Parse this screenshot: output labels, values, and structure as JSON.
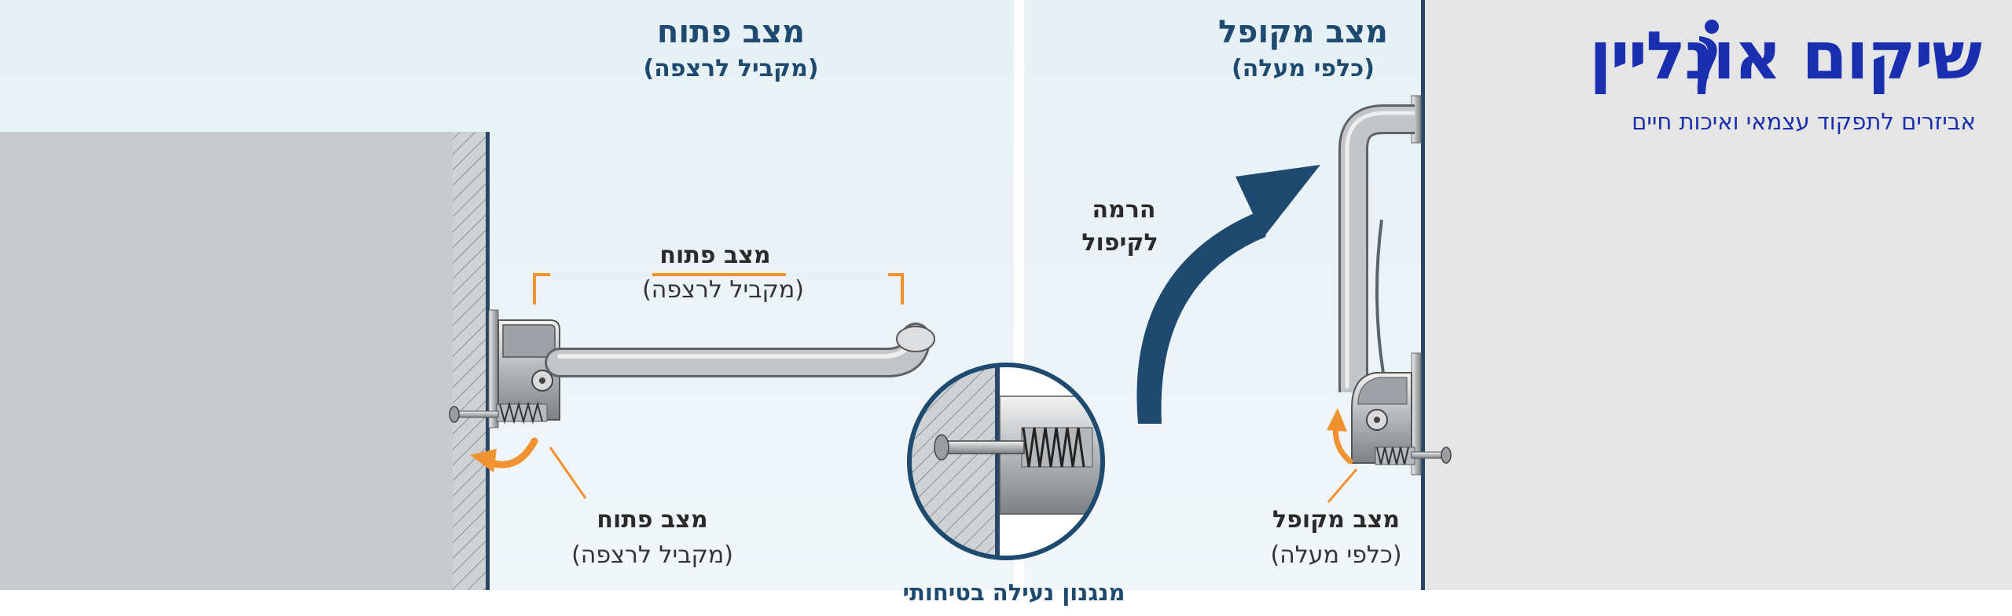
{
  "open_panel": {
    "title": "מצב פתוח",
    "subtitle": "(מקביל לרצפה)",
    "bracket_label": "מצב פתוח",
    "bracket_sub": "(מקביל לרצפה)",
    "pivot_label": "מצב פתוח",
    "pivot_sub": "(מקביל לרצפה)"
  },
  "mechanism": {
    "label": "מנגנון נעילה בטיחותי"
  },
  "folded_panel": {
    "title": "מצב מקופל",
    "subtitle": "(כלפי מעלה)",
    "lift_label_1": "הרמה",
    "lift_label_2": "לקיפול",
    "pivot_label": "מצב מקופל",
    "pivot_sub": "(כלפי מעלה)"
  },
  "brand": {
    "name": "שיקום אונליין",
    "tagline": "אביזרים לתפקוד עצמאי ואיכות חיים"
  },
  "colors": {
    "title_blue": "#1e4a70",
    "arrow_blue": "#1e4a70",
    "orange": "#f0922f",
    "wall_gray": "#c7c9cb",
    "brand_blue": "#1a2fb0",
    "brand_bg": "#e5e5e5"
  },
  "icons": {
    "rotation_arrow": "curved-arrow-icon",
    "lift_arrow": "lift-arrow-icon",
    "logo_figure": "person-figure-icon"
  }
}
